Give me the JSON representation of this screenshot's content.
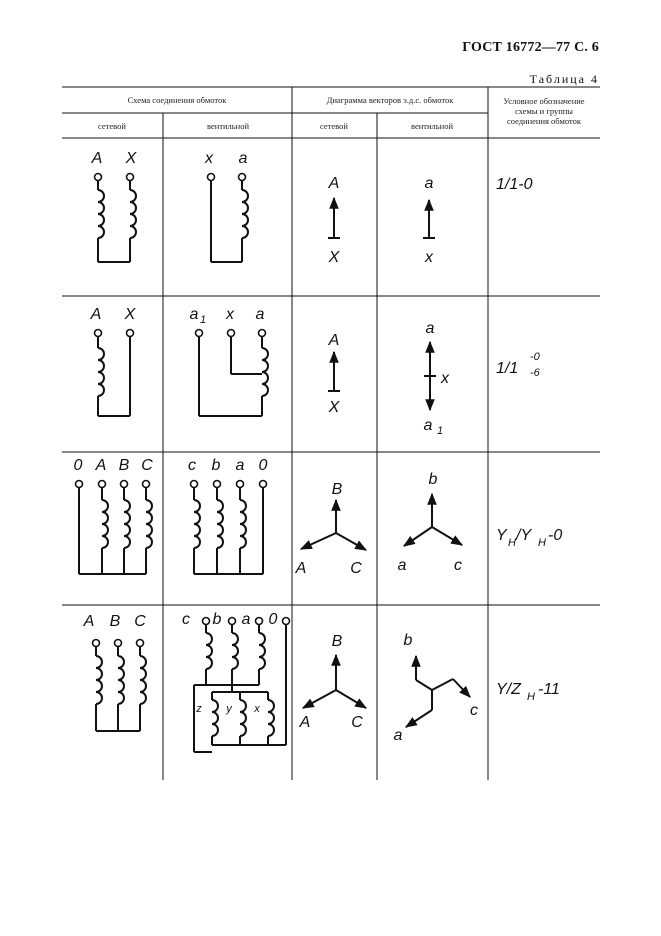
{
  "page_header": "ГОСТ 16772—77 С. 6",
  "table_caption": "Таблица 4",
  "columns": {
    "scheme": "Схема соединения обмоток",
    "diagram": "Диаграмма векторов э.д.с. обмоток",
    "symbol_line1": "Условное обозначение",
    "symbol_line2": "схемы и группы",
    "symbol_line3": "соединения обмоток",
    "network": "сетевой",
    "valve": "вентильной"
  },
  "rows": [
    {
      "net_scheme": [
        "A",
        "X"
      ],
      "valve_scheme": [
        "x",
        "a"
      ],
      "net_vector": [
        "A",
        "X"
      ],
      "valve_vector": [
        "a",
        "x"
      ],
      "group": "1/1-0"
    },
    {
      "net_scheme": [
        "A",
        "X"
      ],
      "valve_scheme": [
        "a",
        "1",
        "x",
        "a"
      ],
      "net_vector": [
        "A",
        "X"
      ],
      "valve_vector": [
        "a",
        "x",
        "a",
        "1"
      ],
      "group": "1/1",
      "group_sup": "-0",
      "group_sub": "-6"
    },
    {
      "net_scheme": [
        "0",
        "A",
        "B",
        "C"
      ],
      "valve_scheme": [
        "c",
        "b",
        "a",
        "0"
      ],
      "net_vector": [
        "B",
        "A",
        "C"
      ],
      "valve_vector": [
        "b",
        "a",
        "c"
      ],
      "group": "Y",
      "group_sub1": "H",
      "group_mid": "/Y",
      "group_sub2": "H",
      "group_tail": "-0"
    },
    {
      "net_scheme": [
        "A",
        "B",
        "C"
      ],
      "valve_scheme": [
        "c",
        "b",
        "a",
        "0"
      ],
      "valve_coils": [
        "z",
        "y",
        "x"
      ],
      "net_vector": [
        "B",
        "A",
        "C"
      ],
      "valve_vector": [
        "b",
        "a",
        "c"
      ],
      "group": "Y/Z",
      "group_sub": "H",
      "group_tail": "-11"
    }
  ]
}
